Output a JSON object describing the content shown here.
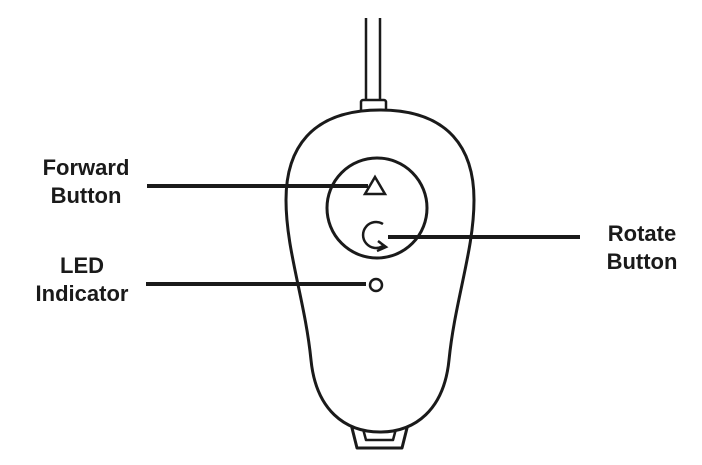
{
  "labels": {
    "forward": {
      "line1": "Forward",
      "line2": "Button"
    },
    "led": {
      "line1": "LED",
      "line2": "Indicator"
    },
    "rotate": {
      "line1": "Rotate",
      "line2": "Button"
    }
  },
  "colors": {
    "stroke": "#1a1a1a",
    "background": "#ffffff"
  }
}
